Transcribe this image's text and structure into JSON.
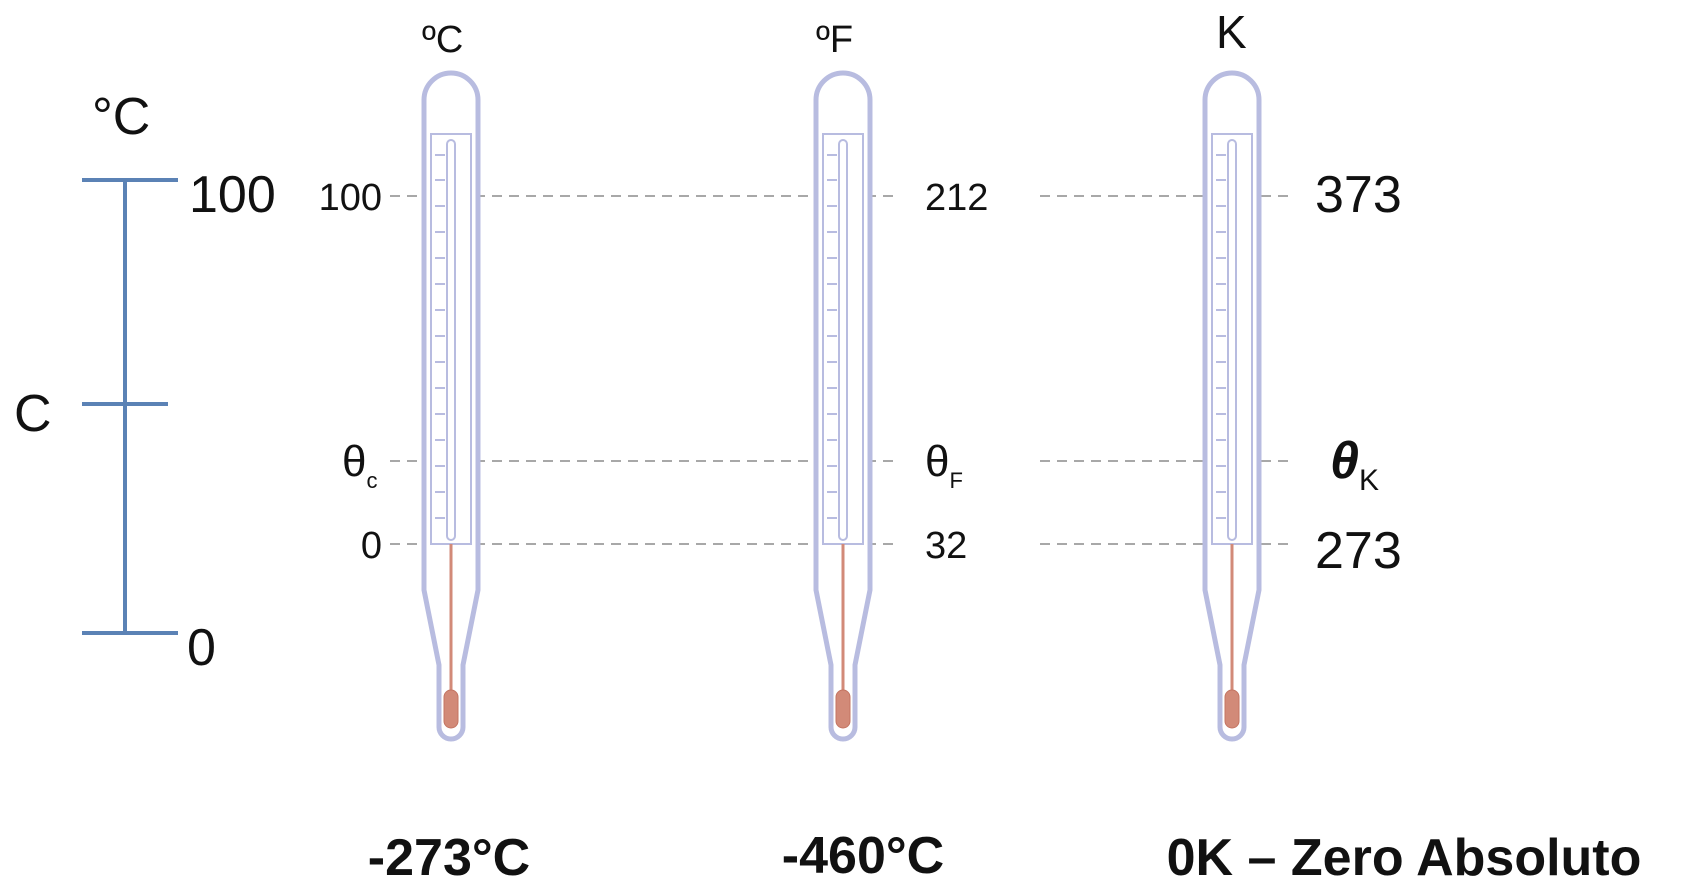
{
  "scale": {
    "unit": "°C",
    "top_label": "100",
    "mid_label": "C",
    "bottom_label": "0"
  },
  "thermometers": [
    {
      "unit": "ºC",
      "top_value": "100",
      "theta_symbol": "θ",
      "theta_sub": "c",
      "bottom_value": "0",
      "caption": "-273°C"
    },
    {
      "unit": "ºF",
      "top_value": "212",
      "theta_symbol": "θ",
      "theta_sub": "F",
      "bottom_value": "32",
      "caption": "-460°C"
    },
    {
      "unit": "K",
      "top_value": "373",
      "theta_symbol": "θ",
      "theta_sub": "K",
      "bottom_value": "273",
      "caption": "0K – Zero Absoluto"
    }
  ],
  "colors": {
    "glass": "#b8bce0",
    "scale_bar": "#5b82b5",
    "mercury": "#d28a78",
    "dashed_line": "#a8a8a8"
  }
}
